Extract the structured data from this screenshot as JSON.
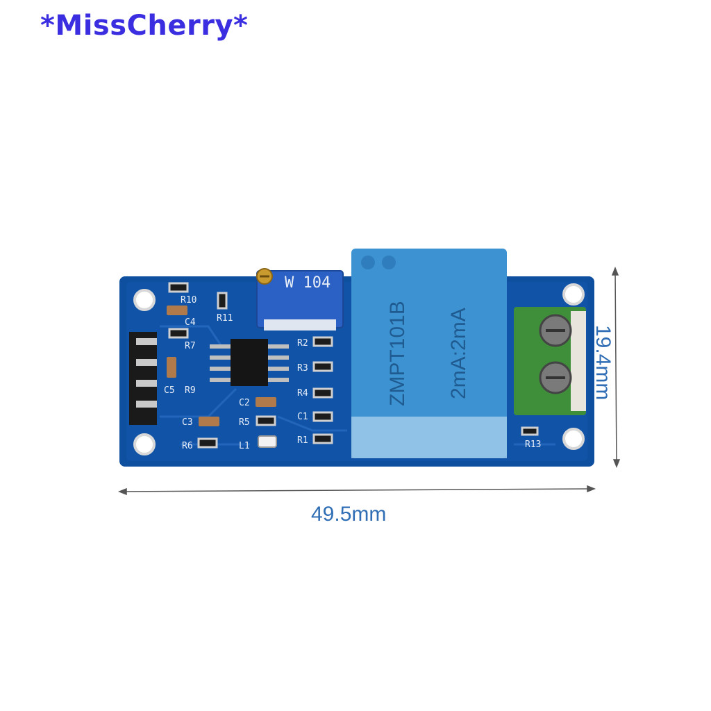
{
  "watermark": "*MissCherry*",
  "dimensions": {
    "width_label": "49.5mm",
    "height_label": "19.4mm"
  },
  "module": {
    "transformer_model": "ZMPT101B",
    "transformer_rating": "2mA:2mA",
    "potentiometer_code": "W 104",
    "labels": {
      "r10": "R10",
      "r11": "R11",
      "c4": "C4",
      "r7": "R7",
      "r9": "R9",
      "c5": "C5",
      "c2": "C2",
      "r5": "R5",
      "c3": "C3",
      "r6": "R6",
      "l1": "L1",
      "r2": "R2",
      "r3": "R3",
      "r4": "R4",
      "c1": "C1",
      "r1": "R1",
      "r13": "R13"
    },
    "colors": {
      "pcb": "#0e4fa0",
      "transformer": "#3d93d1",
      "terminal": "#3f8f3a",
      "pot": "#2b61c4"
    }
  }
}
